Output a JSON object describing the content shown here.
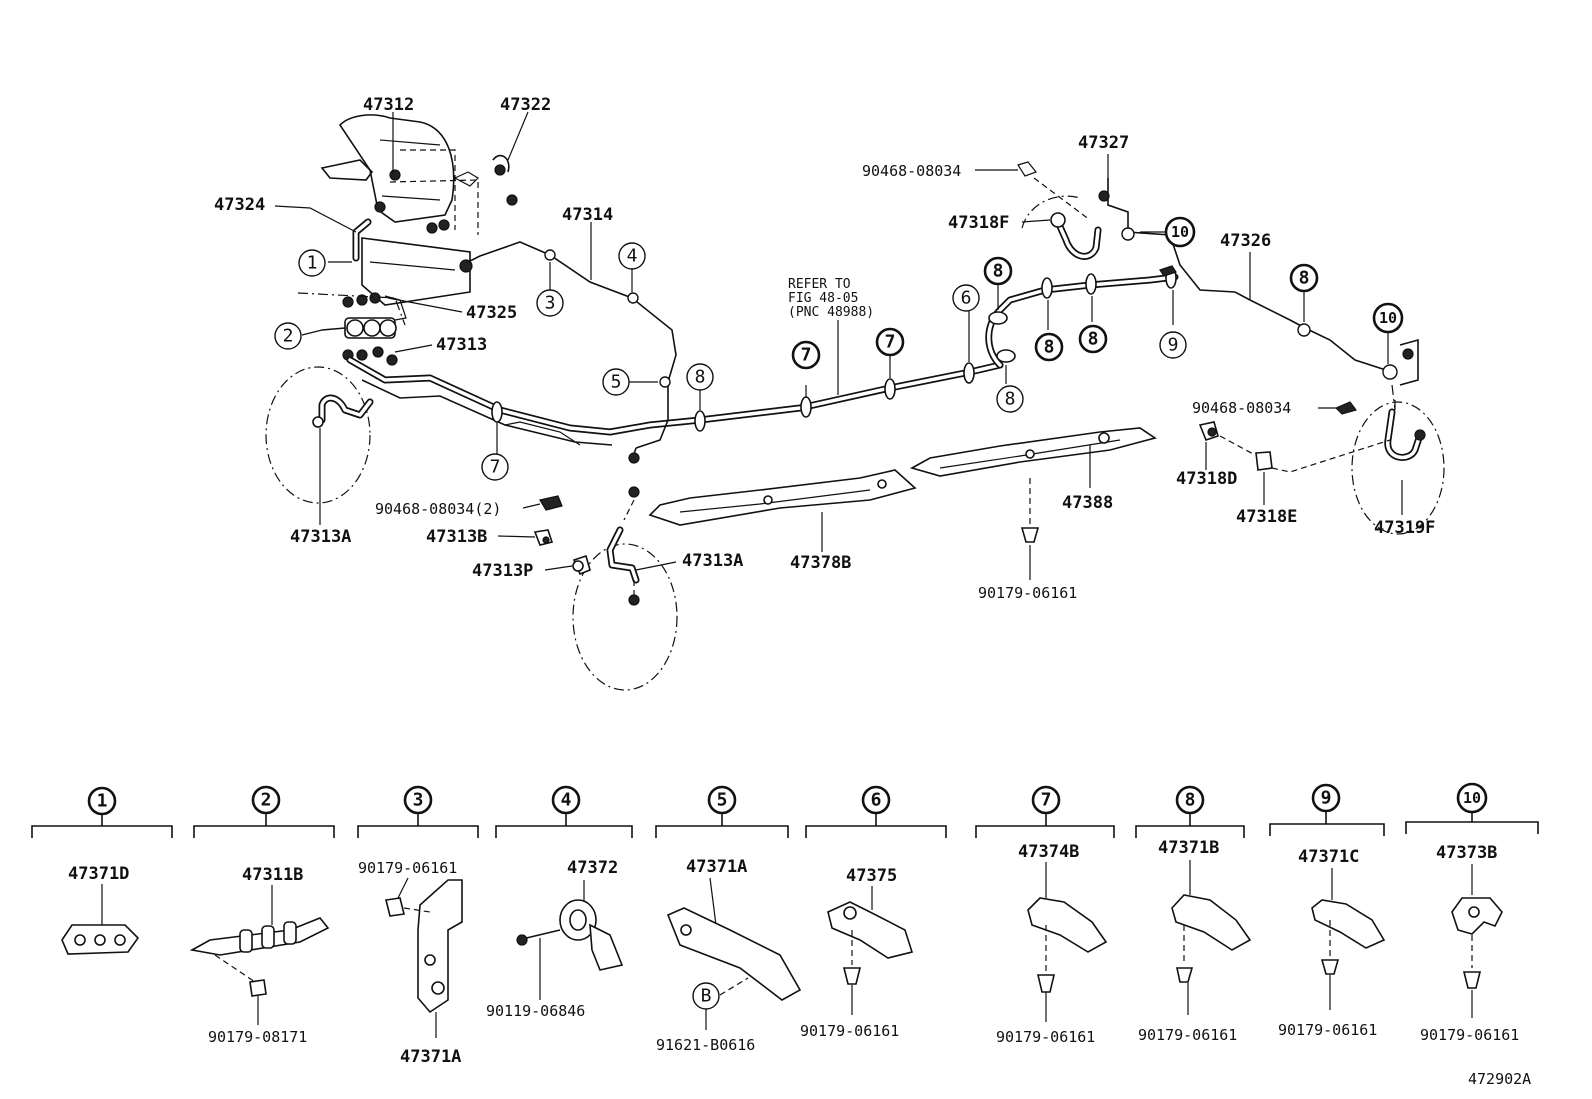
{
  "diagram": {
    "main_labels": {
      "p47312": "47312",
      "p47322": "47322",
      "p47324": "47324",
      "p47314": "47314",
      "p47325": "47325",
      "p47313": "47313",
      "p47313A_left": "47313A",
      "p47313A_mid": "47313A",
      "p90468_left": "90468-08034(2)",
      "p47313B": "47313B",
      "p47313P": "47313P",
      "p47378B": "47378B",
      "p47388": "47388",
      "p90179_mid": "90179-06161",
      "refer1": "REFER TO",
      "refer2": "FIG 48-05",
      "refer3": "(PNC 48988)",
      "p90468_top": "90468-08034",
      "p47327": "47327",
      "p47318F": "47318F",
      "p47326": "47326",
      "p90468_right": "90468-08034",
      "p47318D": "47318D",
      "p47318E": "47318E",
      "p47319F": "47319F"
    },
    "callouts": {
      "c1": "1",
      "c2": "2",
      "c3": "3",
      "c4": "4",
      "c5": "5",
      "c6": "6",
      "c7": "7",
      "c8": "8",
      "c9": "9",
      "c10": "10"
    },
    "groups": [
      {
        "num": "1",
        "parts": [
          "47371D"
        ]
      },
      {
        "num": "2",
        "parts": [
          "47311B",
          "90179-08171"
        ]
      },
      {
        "num": "3",
        "parts": [
          "90179-06161",
          "47371A"
        ]
      },
      {
        "num": "4",
        "parts": [
          "47372",
          "90119-06846"
        ]
      },
      {
        "num": "5",
        "parts": [
          "47371A",
          "B",
          "91621-B0616"
        ]
      },
      {
        "num": "6",
        "parts": [
          "47375",
          "90179-06161"
        ]
      },
      {
        "num": "7",
        "parts": [
          "47374B",
          "90179-06161"
        ]
      },
      {
        "num": "8",
        "parts": [
          "47371B",
          "90179-06161"
        ]
      },
      {
        "num": "9",
        "parts": [
          "47371C",
          "90179-06161"
        ]
      },
      {
        "num": "10",
        "parts": [
          "47373B",
          "90179-06161"
        ]
      }
    ],
    "figure_code": "472902A"
  }
}
